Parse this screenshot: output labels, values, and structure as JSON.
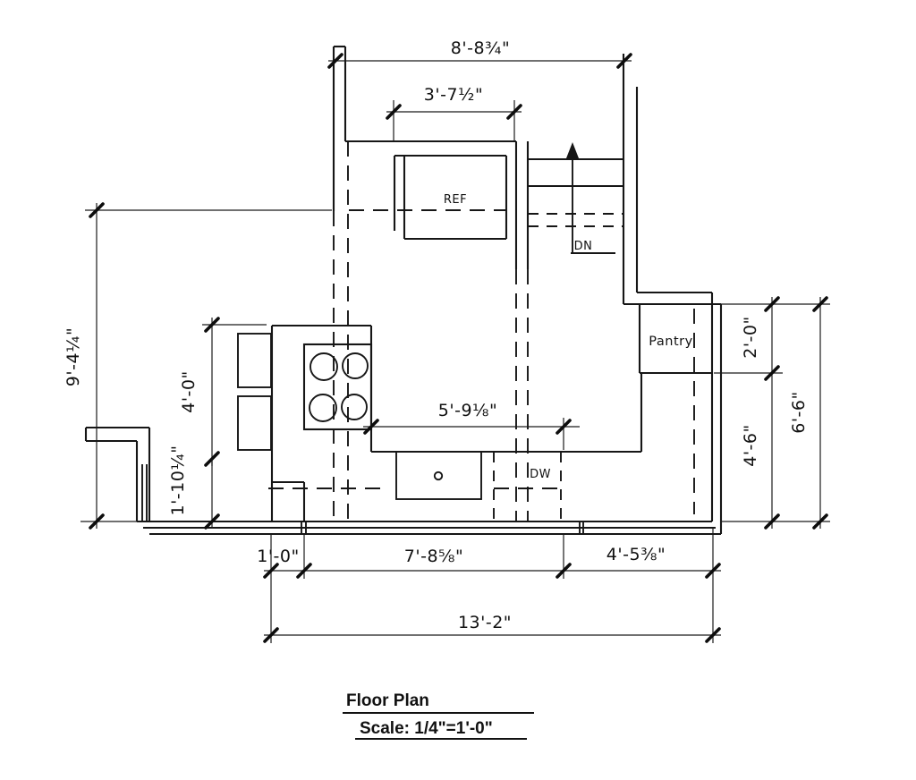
{
  "title_block": {
    "title": "Floor Plan",
    "scale": "Scale: 1/4\"=1'-0\""
  },
  "labels": {
    "refrigerator": "REF",
    "stairs_direction": "DN",
    "dishwasher": "DW",
    "pantry": "Pantry"
  },
  "dimensions": {
    "top_overall": "8'-8¾\"",
    "ref_alcove": "3'-7½\"",
    "left_overall": "9'-4¼\"",
    "counter_left": "4'-0\"",
    "counter_return": "1'-10¼\"",
    "counter_mid": "5'-9⅛\"",
    "pantry_depth": "2'-0\"",
    "right_lower": "4'-6\"",
    "right_overall": "6'-6\"",
    "bottom_step": "1'-0\"",
    "bottom_mid": "7'-8⅝\"",
    "bottom_right": "4'-5⅜\"",
    "bottom_overall": "13'-2\""
  },
  "colors": {
    "line": "#161616",
    "background": "#ffffff"
  }
}
